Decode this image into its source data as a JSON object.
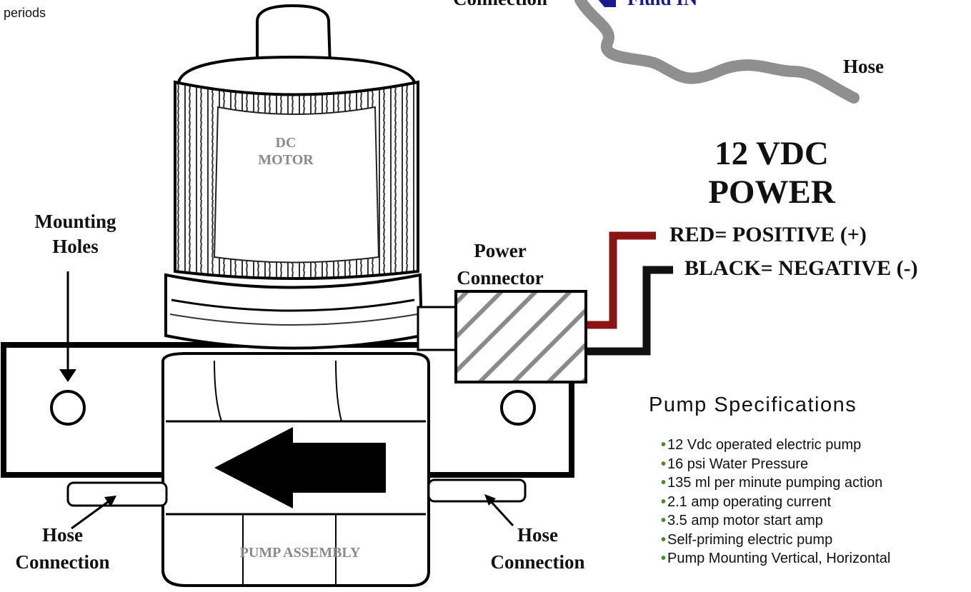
{
  "top_left_text": "periods",
  "top_labels": {
    "connection": "Connection",
    "fluid_in": "Fluid IN",
    "hose": "Hose"
  },
  "motor": {
    "label_line1": "DC",
    "label_line2": "MOTOR"
  },
  "power": {
    "title_line1": "12 VDC",
    "title_line2": "POWER",
    "red": "RED= POSITIVE (+)",
    "black": "BLACK= NEGATIVE (-)",
    "connector_line1": "Power",
    "connector_line2": "Connector",
    "red_wire_color": "#8b1414",
    "black_wire_color": "#111111"
  },
  "mounting": {
    "line1": "Mounting",
    "line2": "Holes"
  },
  "hose_left": {
    "line1": "Hose",
    "line2": "Connection"
  },
  "hose_right": {
    "line1": "Hose",
    "line2": "Connection"
  },
  "pump_assembly": "PUMP ASSEMBLY",
  "specs": {
    "title": "Pump Specifications",
    "items": [
      "12 Vdc operated electric pump",
      "16 psi Water Pressure",
      "135 ml per minute pumping action",
      "2.1 amp operating current",
      "3.5 amp motor start amp",
      "Self-priming electric pump",
      "Pump Mounting Vertical, Horizontal"
    ],
    "bullet_color": "#4a8a28"
  },
  "colors": {
    "hose": "#8f8f8f",
    "fluid_text": "#1a1a8c",
    "motor_text": "#8a8a8a"
  }
}
